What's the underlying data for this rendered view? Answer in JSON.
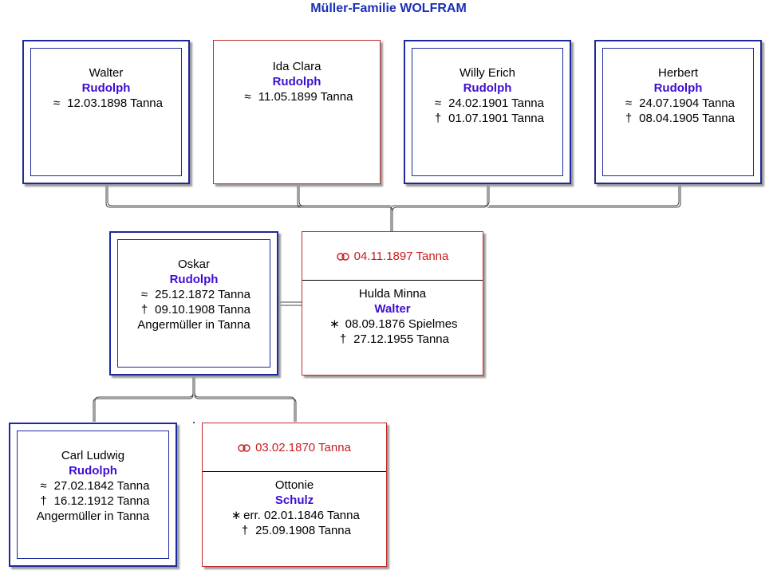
{
  "title": "Müller-Familie WOLFRAM",
  "symbols": {
    "baptism": "≈",
    "death": "†",
    "birth": "∗",
    "marriage": "rings-icon"
  },
  "colors": {
    "title": "#1a2fb8",
    "male_border": "#1d2a9e",
    "female_border": "#c12b2b",
    "surname": "#3e0dd2",
    "marriage_text": "#c81c1c"
  },
  "children": [
    {
      "given": "Walter",
      "surname": "Rudolph",
      "baptism": "12.03.1898 Tanna"
    },
    {
      "given": "Ida Clara",
      "surname": "Rudolph",
      "baptism": "11.05.1899 Tanna"
    },
    {
      "given": "Willy Erich",
      "surname": "Rudolph",
      "baptism": "24.02.1901 Tanna",
      "death": "01.07.1901 Tanna"
    },
    {
      "given": "Herbert",
      "surname": "Rudolph",
      "baptism": "24.07.1904 Tanna",
      "death": "08.04.1905 Tanna"
    }
  ],
  "father": {
    "given": "Oskar",
    "surname": "Rudolph",
    "baptism": "25.12.1872 Tanna",
    "death": "09.10.1908 Tanna",
    "occupation": "Angermüller in Tanna"
  },
  "mother": {
    "marriage": "04.11.1897 Tanna",
    "given": "Hulda Minna",
    "surname": "Walter",
    "birth": "08.09.1876 Spielmes",
    "death": "27.12.1955 Tanna"
  },
  "grandfather": {
    "given": "Carl Ludwig",
    "surname": "Rudolph",
    "baptism": "27.02.1842 Tanna",
    "death": "16.12.1912 Tanna",
    "occupation": "Angermüller in Tanna"
  },
  "grandmother": {
    "marriage": "03.02.1870 Tanna",
    "given": "Ottonie",
    "surname": "Schulz",
    "birth": "err. 02.01.1846 Tanna",
    "death": "25.09.1908 Tanna"
  }
}
